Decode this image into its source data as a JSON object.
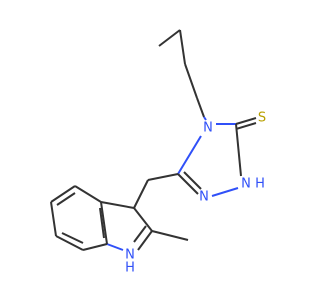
{
  "colors": {
    "carbon_bond": "#333333",
    "nitrogen": "#3050f8",
    "sulfur": "#b8a000",
    "background": "#ffffff"
  },
  "atoms": {
    "thione_sulfur": "S",
    "ring_nitrogen_4": "N",
    "ring_nitrogen_1": "N",
    "ring_nitrogen_1_hydrogen": "H",
    "ring_nitrogen_2": "N",
    "indole_nitrogen": "N",
    "indole_nitrogen_hydrogen": "H"
  }
}
